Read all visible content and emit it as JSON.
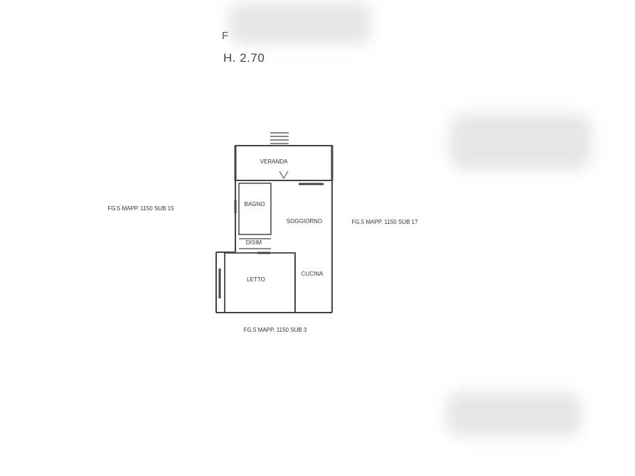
{
  "header": {
    "prefix": "F",
    "height": "H. 2.70"
  },
  "rooms": {
    "veranda": "VERANDA",
    "bagno": "BAGNO",
    "disim": "DISIM",
    "soggiorno": "SOGGIORNO",
    "letto": "LETTO",
    "cucina": "CUCINA"
  },
  "neighbors": {
    "west": "FG.5 MAPP. 1150 SUB 15",
    "east": "FG.5 MAPP. 1150 SUB 17",
    "south": "FG.5 MAPP. 1150 SUB 3"
  }
}
